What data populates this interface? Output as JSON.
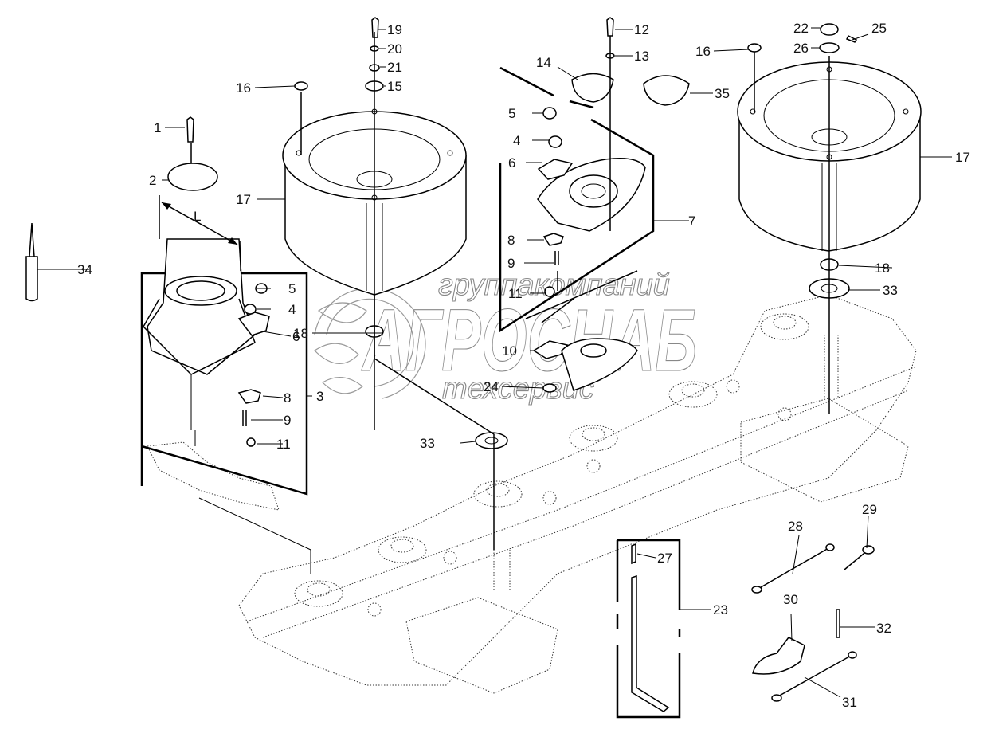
{
  "diagram": {
    "title": "Exploded parts diagram — disc mower cutter bar",
    "watermark": {
      "line1": "группакомпаний",
      "line2": "АГРОСНАБ",
      "line3": "техсервис"
    },
    "dimension_label": "L",
    "callouts": [
      {
        "id": "c1",
        "label": "1"
      },
      {
        "id": "c2",
        "label": "2"
      },
      {
        "id": "c3",
        "label": "3"
      },
      {
        "id": "c4a",
        "label": "4"
      },
      {
        "id": "c4b",
        "label": "4"
      },
      {
        "id": "c5a",
        "label": "5"
      },
      {
        "id": "c5b",
        "label": "5"
      },
      {
        "id": "c6a",
        "label": "6"
      },
      {
        "id": "c6b",
        "label": "6"
      },
      {
        "id": "c7",
        "label": "7"
      },
      {
        "id": "c8a",
        "label": "8"
      },
      {
        "id": "c8b",
        "label": "8"
      },
      {
        "id": "c9a",
        "label": "9"
      },
      {
        "id": "c9b",
        "label": "9"
      },
      {
        "id": "c10",
        "label": "10"
      },
      {
        "id": "c11a",
        "label": "11"
      },
      {
        "id": "c11b",
        "label": "11"
      },
      {
        "id": "c12",
        "label": "12"
      },
      {
        "id": "c13",
        "label": "13"
      },
      {
        "id": "c14",
        "label": "14"
      },
      {
        "id": "c15",
        "label": "15"
      },
      {
        "id": "c16a",
        "label": "16"
      },
      {
        "id": "c16b",
        "label": "16"
      },
      {
        "id": "c17a",
        "label": "17"
      },
      {
        "id": "c17b",
        "label": "17"
      },
      {
        "id": "c18a",
        "label": "18"
      },
      {
        "id": "c18b",
        "label": "18"
      },
      {
        "id": "c19",
        "label": "19"
      },
      {
        "id": "c20",
        "label": "20"
      },
      {
        "id": "c21",
        "label": "21"
      },
      {
        "id": "c22",
        "label": "22"
      },
      {
        "id": "c23",
        "label": "23"
      },
      {
        "id": "c24",
        "label": "24"
      },
      {
        "id": "c25",
        "label": "25"
      },
      {
        "id": "c26",
        "label": "26"
      },
      {
        "id": "c27",
        "label": "27"
      },
      {
        "id": "c28",
        "label": "28"
      },
      {
        "id": "c29",
        "label": "29"
      },
      {
        "id": "c30",
        "label": "30"
      },
      {
        "id": "c31",
        "label": "31"
      },
      {
        "id": "c32",
        "label": "32"
      },
      {
        "id": "c33a",
        "label": "33"
      },
      {
        "id": "c33b",
        "label": "33"
      },
      {
        "id": "c34",
        "label": "34"
      },
      {
        "id": "c35",
        "label": "35"
      }
    ]
  }
}
